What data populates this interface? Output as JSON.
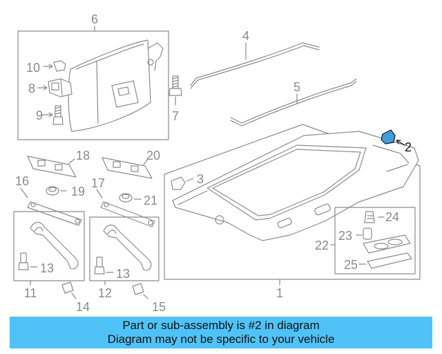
{
  "callouts": {
    "c1": "1",
    "c2": "2",
    "c3": "3",
    "c4": "4",
    "c5": "5",
    "c6": "6",
    "c7": "7",
    "c8": "8",
    "c9": "9",
    "c10": "10",
    "c11": "11",
    "c12": "12",
    "c13a": "13",
    "c13b": "13",
    "c14": "14",
    "c15": "15",
    "c16": "16",
    "c17": "17",
    "c18": "18",
    "c19": "19",
    "c20": "20",
    "c21": "21",
    "c22": "22",
    "c23": "23",
    "c24": "24",
    "c25": "25"
  },
  "highlight": {
    "part": "2",
    "color": "#3aa0e0"
  },
  "banner": {
    "line1": "Part or sub-assembly is #2 in diagram",
    "line2": "Diagram may not be specific to your vehicle",
    "color": "#4fc3f7"
  },
  "line_color": "#8a8a8a"
}
